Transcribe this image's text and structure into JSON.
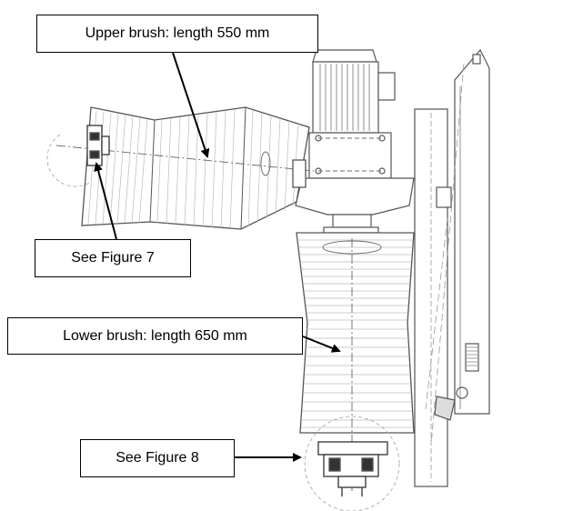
{
  "callouts": {
    "upper_brush": "Upper brush: length 550 mm",
    "see_figure_7": "See Figure 7",
    "lower_brush": "Lower brush: length 650 mm",
    "see_figure_8": "See Figure 8"
  },
  "colors": {
    "line": "#000000",
    "drawing": "#555555",
    "hatch": "#b8b8b8",
    "background": "#ffffff"
  }
}
